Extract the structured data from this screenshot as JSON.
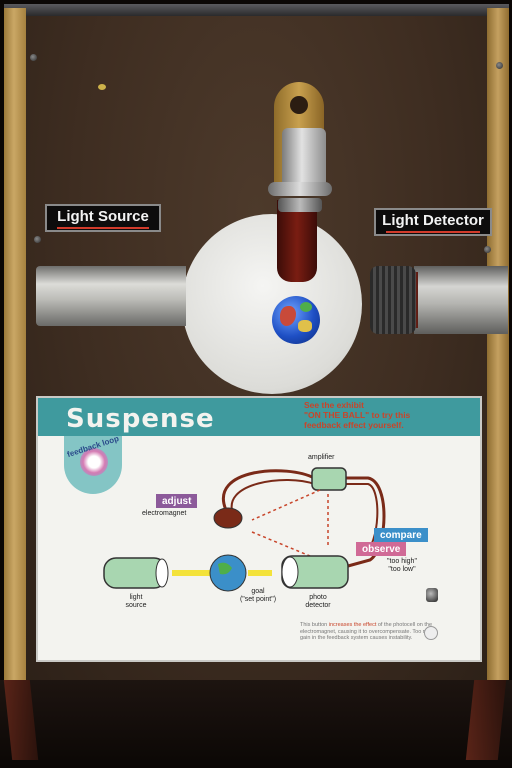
{
  "labels": {
    "light_source": "Light Source",
    "light_detector": "Light Detector"
  },
  "panel": {
    "title": "Suspense",
    "promo_line1": "See the exhibit",
    "promo_line2": "\"ON THE BALL\" to try this",
    "promo_line3": "feedback effect yourself.",
    "badge": "feedback loop"
  },
  "diagram": {
    "amplifier": "amplifier",
    "electromagnet": "electromagnet",
    "adjust": "adjust",
    "compare": "compare",
    "observe": "observe",
    "too_high": "\"too high\"",
    "too_low": "\"too low\"",
    "light": "light",
    "source": "source",
    "goal": "goal",
    "set_point": "(\"set point\")",
    "photo": "photo",
    "detector": "detector",
    "fine_1": "This button",
    "fine_hl": "increases the effect",
    "fine_2": "of the photocell on the electromagnet, causing it to overcompensate. Too much gain in the feedback system causes instability."
  },
  "colors": {
    "banner": "#3f9a9e",
    "promo": "#c8452a",
    "adjust": "#8c5a9a",
    "compare": "#3b8fc9",
    "observe": "#d06a96"
  }
}
